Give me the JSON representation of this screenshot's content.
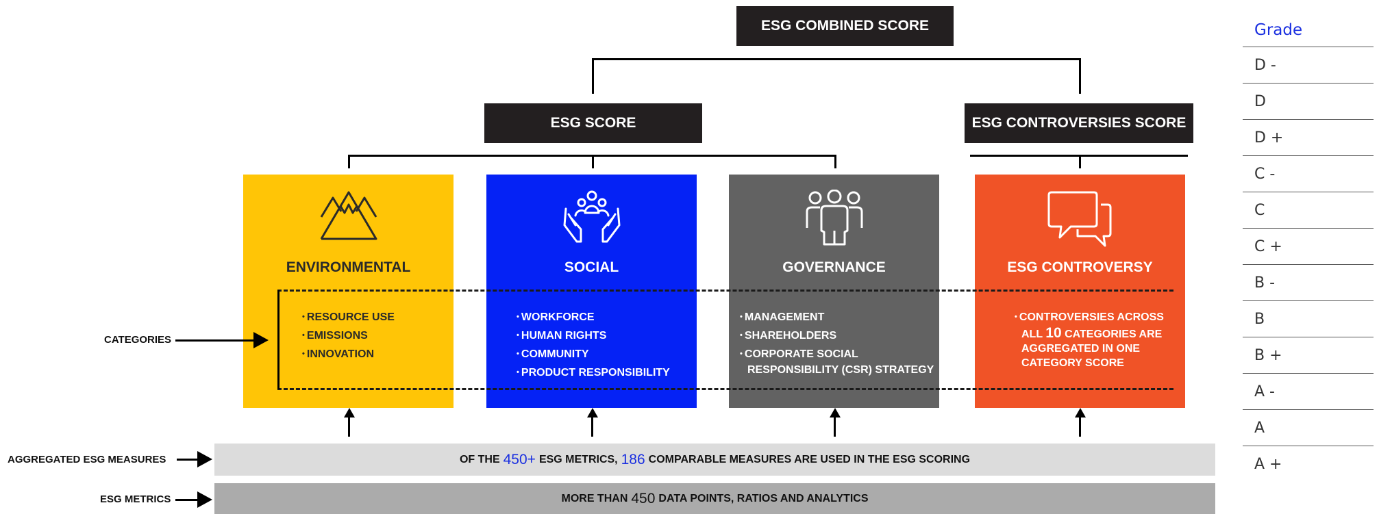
{
  "diagram": {
    "combined_score": "ESG COMBINED SCORE",
    "esg_score": "ESG SCORE",
    "controversies_score": "ESG CONTROVERSIES SCORE",
    "pillars": [
      {
        "title": "ENVIRONMENTAL",
        "color": "#ffc506",
        "text_color": "#2a2a2a",
        "icon": "mountain-icon",
        "bullets": [
          "RESOURCE USE",
          "EMISSIONS",
          "INNOVATION"
        ]
      },
      {
        "title": "SOCIAL",
        "color": "#0522f5",
        "text_color": "#ffffff",
        "icon": "community-hands-icon",
        "bullets": [
          "WORKFORCE",
          "HUMAN RIGHTS",
          "COMMUNITY",
          "PRODUCT RESPONSIBILITY"
        ]
      },
      {
        "title": "GOVERNANCE",
        "color": "#626262",
        "text_color": "#ffffff",
        "icon": "people-group-icon",
        "bullets": [
          "MANAGEMENT",
          "SHAREHOLDERS",
          "CORPORATE SOCIAL",
          "RESPONSIBILITY (CSR) STRATEGY"
        ]
      },
      {
        "title": "ESG CONTROVERSY",
        "color": "#f05327",
        "text_color": "#ffffff",
        "icon": "speech-bubbles-icon",
        "bullet_line1": "CONTROVERSIES ACROSS",
        "bullet_line2_pre": "ALL",
        "bullet_line2_num": "10",
        "bullet_line2_post": "CATEGORIES ARE",
        "bullet_line3": "AGGREGATED IN ONE",
        "bullet_line4": "CATEGORY SCORE"
      }
    ],
    "side_labels": {
      "categories": "CATEGORIES",
      "aggregated": "AGGREGATED ESG MEASURES",
      "metrics": "ESG METRICS"
    },
    "aggregated_band": {
      "part1": "OF THE",
      "num1": "450+",
      "part2": "ESG METRICS,",
      "num2": "186",
      "part3": "COMPARABLE MEASURES ARE USED IN THE ESG SCORING"
    },
    "metrics_band": {
      "part1": "MORE THAN",
      "num": "450",
      "part2": "DATA POINTS, RATIOS AND ANALYTICS"
    }
  },
  "grade_table": {
    "header": "Grade",
    "rows": [
      "D -",
      "D",
      "D +",
      "C -",
      "C",
      "C +",
      "B -",
      "B",
      "B +",
      "A -",
      "A",
      "A +"
    ]
  }
}
